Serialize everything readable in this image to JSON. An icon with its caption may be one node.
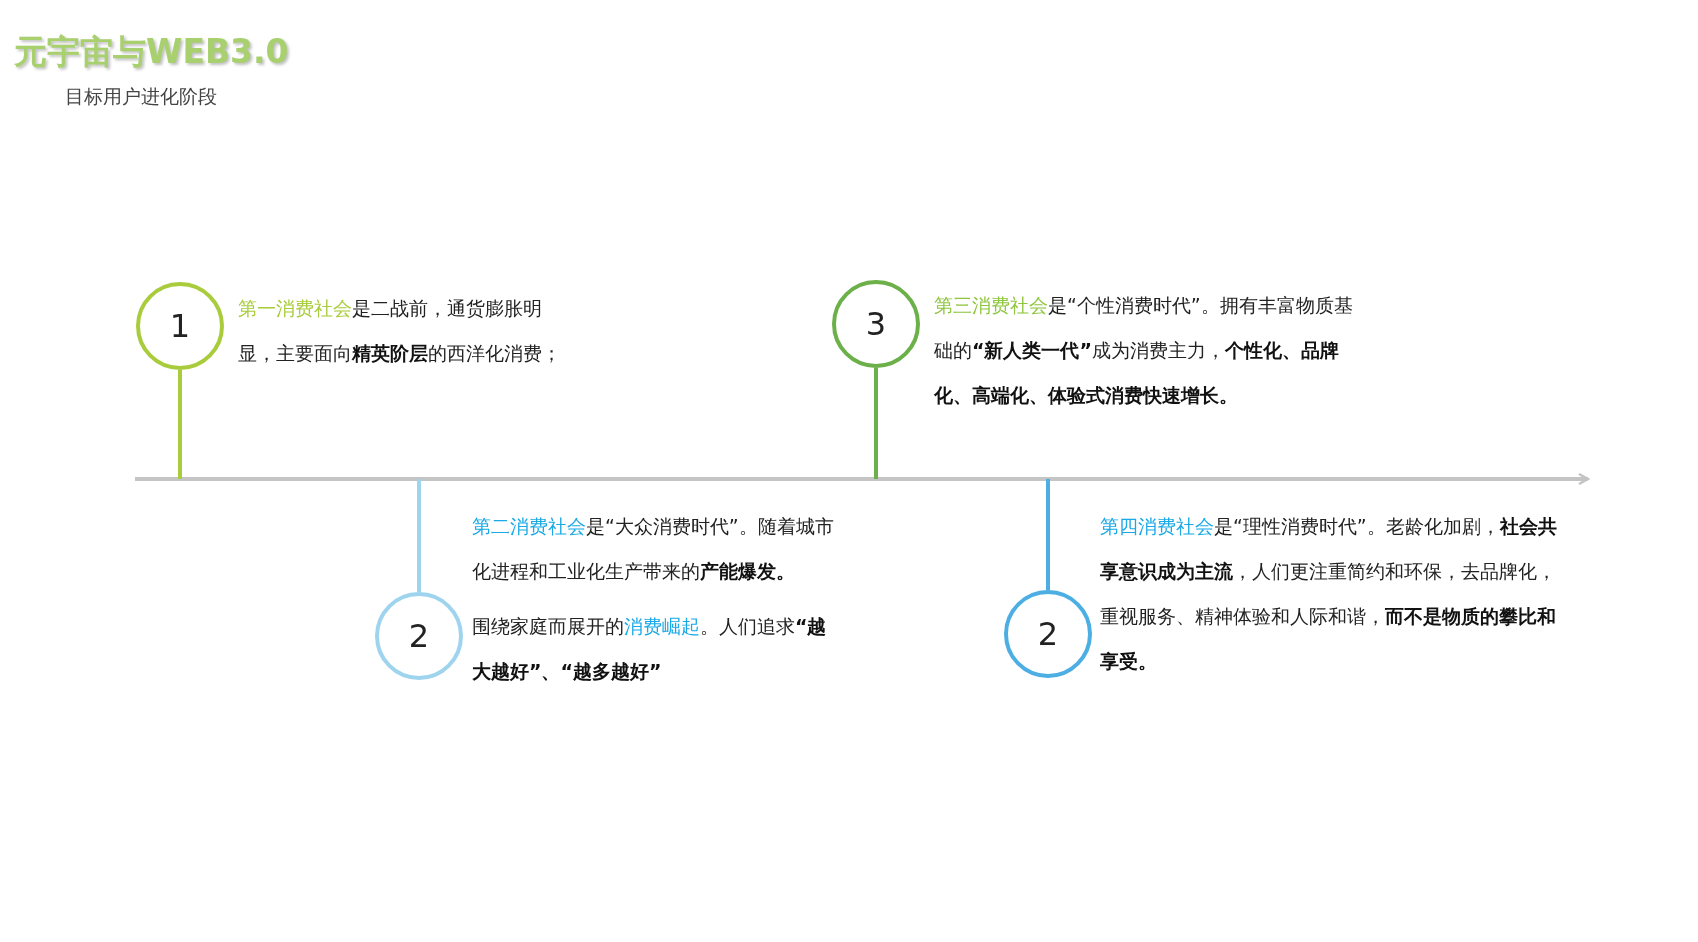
{
  "diagram": {
    "title": "元宇宙与WEB3.0",
    "nodes": [
      {
        "text": [
          "1"
        ],
        "beside": [
          "第一消费社会",
          "是二战前，通货膨胀明显，主要面向**精英阶层**的西洋化消费；"
        ]
      },
      {
        "text": [
          "2"
        ],
        "beside": [
          "第二消费社会",
          "是“大众消费时代”。随着城市化进程和工业化生产带来的**产能爆发。**",
          "围绕家庭而展开的",
          "消费崛起",
          "。人们追求**“越大越好”、“越多越好”**"
        ]
      },
      {
        "text": [
          "3"
        ],
        "beside": [
          "第三消费社会",
          "是“个性消费时代”。拥有丰富物质基础的**“新人类一代”**成为消费主力，**个性化、品牌化、高端化、体验式消费快速增长。**"
        ]
      },
      {
        "text": [
          "2"
        ],
        "beside": [
          "第四消费社会",
          "是“理性消费时代”。老龄化加剧，**社会共享意识成为主流**，人们更注重简约和环保，去品牌化，重视服务、精神体验和人际和谐，**而不是物质的攀比和享受。**"
        ]
      }
    ],
    "labels": [
      "目标用户进化阶段"
    ]
  }
}
